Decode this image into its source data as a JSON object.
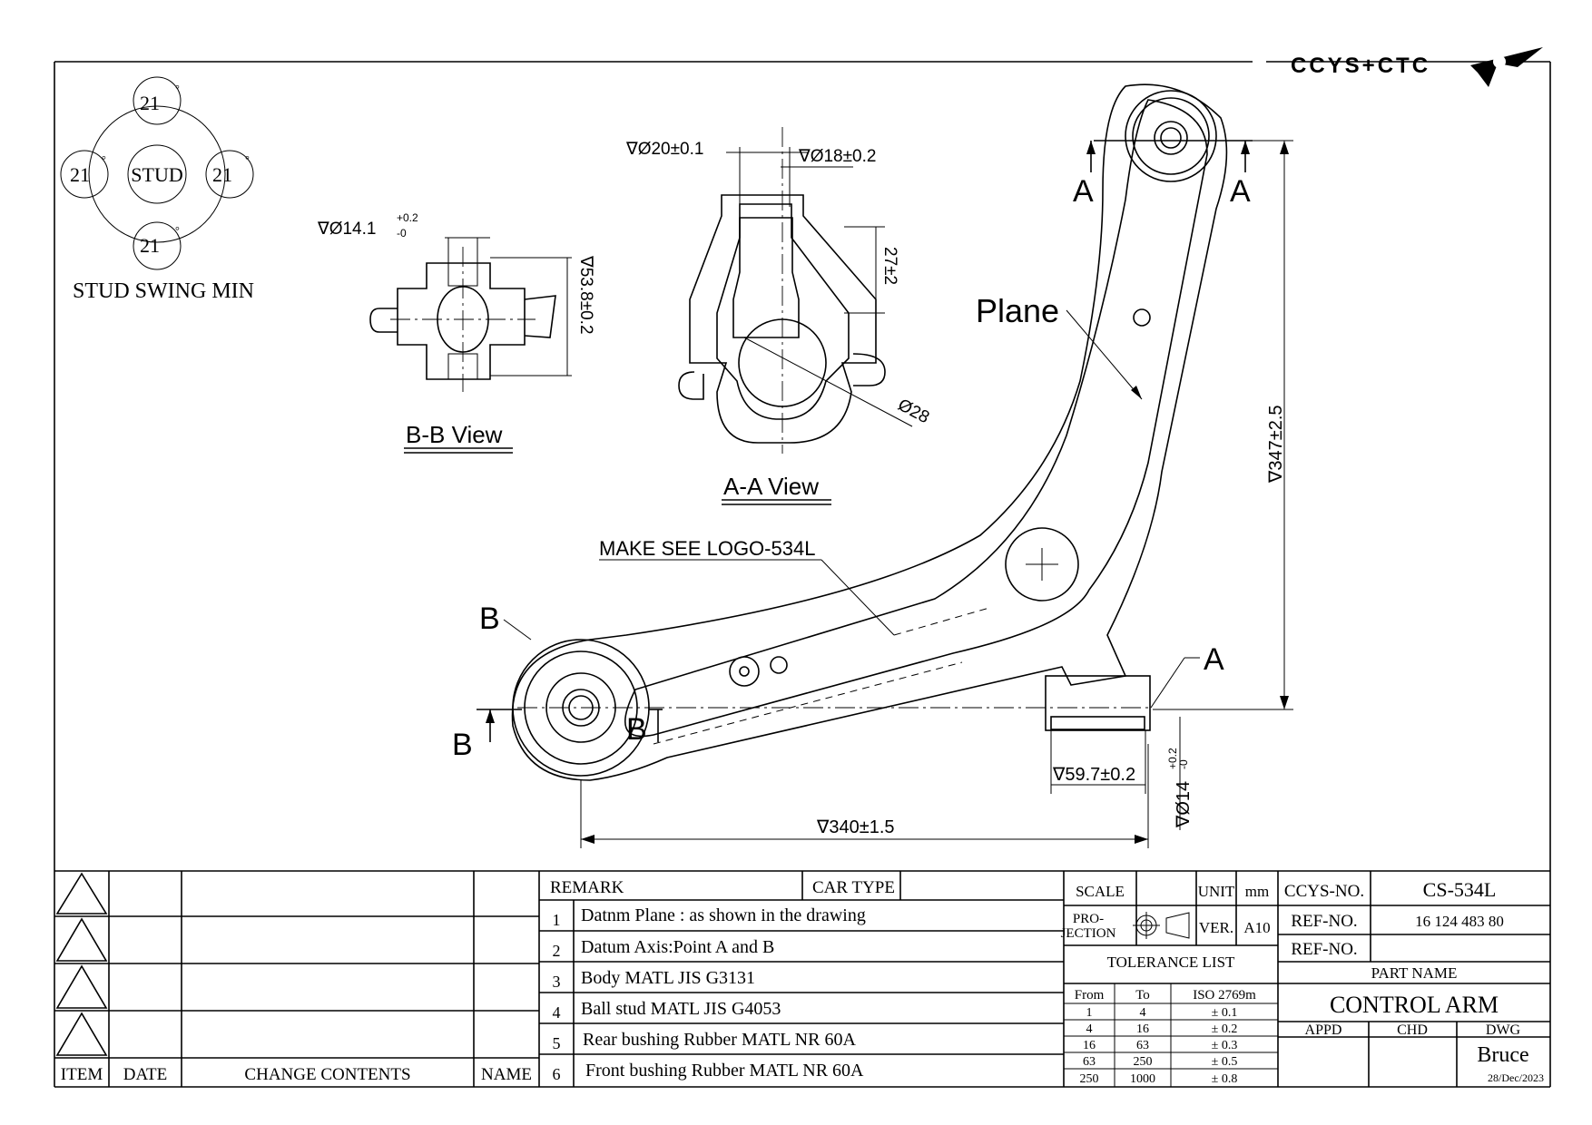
{
  "logo": {
    "text": "CCYS+CTC"
  },
  "stud_swing": {
    "center_label": "STUD",
    "angles": [
      "21",
      "21",
      "21",
      "21"
    ],
    "degree_mark": "°",
    "caption": "STUD SWING MIN"
  },
  "views": {
    "bb": {
      "title": "B-B View",
      "dim_bore": "∇Ø14.1",
      "dim_bore_tol_upper": "+0.2",
      "dim_bore_tol_lower": "-0",
      "dim_outer": "∇53.8±0.2"
    },
    "aa": {
      "title": "A-A View",
      "dim_top": "∇Ø20±0.1",
      "dim_stud": "∇Ø18±0.2",
      "dim_height": "27±2",
      "dim_ball": "Ø28"
    }
  },
  "main_view": {
    "label_plane": "Plane",
    "note_logo": "MAKE SEE LOGO-534L",
    "section_marks": [
      "A",
      "A",
      "A",
      "B",
      "B",
      "B"
    ],
    "dim_overall_height": "∇347±2.5",
    "dim_overall_length": "∇340±1.5",
    "dim_bushing_length": "∇59.7±0.2",
    "dim_bushing_bore": "∇Ø14",
    "dim_bushing_bore_tol_upper": "+0.2",
    "dim_bushing_bore_tol_lower": "-0"
  },
  "revision_table": {
    "headers": [
      "ITEM",
      "DATE",
      "CHANGE CONTENTS",
      "NAME"
    ]
  },
  "remarks": {
    "header_remark": "REMARK",
    "header_car_type": "CAR TYPE",
    "rows": [
      {
        "no": "1",
        "text": "Datnm Plane : as shown in the drawing"
      },
      {
        "no": "2",
        "text": "Datum Axis:Point A and B"
      },
      {
        "no": "3",
        "text": "Body MATL JIS G3131"
      },
      {
        "no": "4",
        "text": "Ball stud MATL JIS G4053"
      },
      {
        "no": "5",
        "text": "Rear bushing Rubber MATL NR 60A"
      },
      {
        "no": "6",
        "text": "Front bushing Rubber MATL NR 60A"
      }
    ]
  },
  "title_block": {
    "scale_label": "SCALE",
    "unit_label": "UNIT",
    "unit_value": "mm",
    "projection_label_1": "PRO-",
    "projection_label_2": "JECTION",
    "ver_label": "VER.",
    "ver_value": "A10",
    "tolerance_title": "TOLERANCE LIST",
    "tolerance_headers": [
      "From",
      "To",
      "ISO 2769m"
    ],
    "tolerance_rows": [
      [
        "1",
        "4",
        "± 0.1"
      ],
      [
        "4",
        "16",
        "± 0.2"
      ],
      [
        "16",
        "63",
        "± 0.3"
      ],
      [
        "63",
        "250",
        "± 0.5"
      ],
      [
        "250",
        "1000",
        "± 0.8"
      ]
    ],
    "ccys_no_label": "CCYS-NO.",
    "ccys_no_value": "CS-534L",
    "ref_no_label": "REF-NO.",
    "ref_no_value": "16 124 483 80",
    "ref_no_label_2": "REF-NO.",
    "part_name_label": "PART NAME",
    "part_name_value": "CONTROL ARM",
    "appd_label": "APPD",
    "chd_label": "CHD",
    "dwg_label": "DWG",
    "dwg_name": "Bruce",
    "dwg_date": "28/Dec/2023"
  }
}
